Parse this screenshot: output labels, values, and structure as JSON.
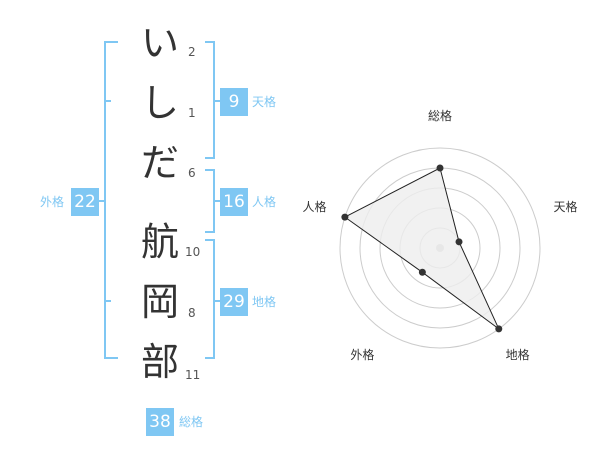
{
  "name": {
    "characters": [
      {
        "char": "い",
        "strokes": "2"
      },
      {
        "char": "し",
        "strokes": "1"
      },
      {
        "char": "だ",
        "strokes": "6"
      },
      {
        "char": "航",
        "strokes": "10"
      },
      {
        "char": "岡",
        "strokes": "8"
      },
      {
        "char": "部",
        "strokes": "11"
      }
    ]
  },
  "fortunes": {
    "tenkaku": {
      "value": "9",
      "label": "天格"
    },
    "jinkaku": {
      "value": "16",
      "label": "人格"
    },
    "chikaku": {
      "value": "29",
      "label": "地格"
    },
    "gaikaku": {
      "value": "22",
      "label": "外格"
    },
    "soukaku": {
      "value": "38",
      "label": "総格"
    }
  },
  "chart_data": {
    "type": "radar",
    "axes": [
      "総格",
      "天格",
      "地格",
      "外格",
      "人格"
    ],
    "values": [
      4,
      1,
      5,
      1.5,
      5
    ],
    "rmax": 5,
    "rings": 5
  },
  "colors": {
    "accent": "#7fc7f3",
    "text": "#333333",
    "grid": "#cccccc",
    "fill": "#eeeeee"
  }
}
